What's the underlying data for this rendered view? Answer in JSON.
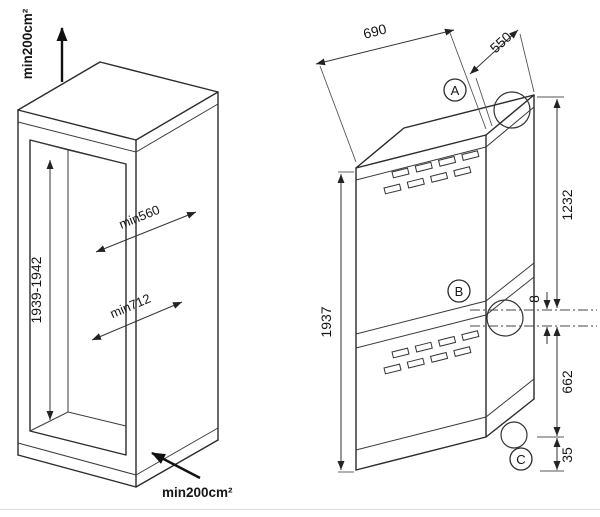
{
  "left_figure": {
    "top_vent": "min200cm²",
    "bottom_vent": "min200cm²",
    "height_range": "1939-1942",
    "depth_min": "min560",
    "diagonal_min": "min712"
  },
  "right_figure": {
    "top_depth": "690",
    "top_width": "550",
    "total_height": "1937",
    "upper_section": "1232",
    "hinge_gap": "8",
    "lower_section": "662",
    "base_height": "35",
    "hinges": {
      "a": "A",
      "b": "B",
      "c": "C"
    }
  }
}
